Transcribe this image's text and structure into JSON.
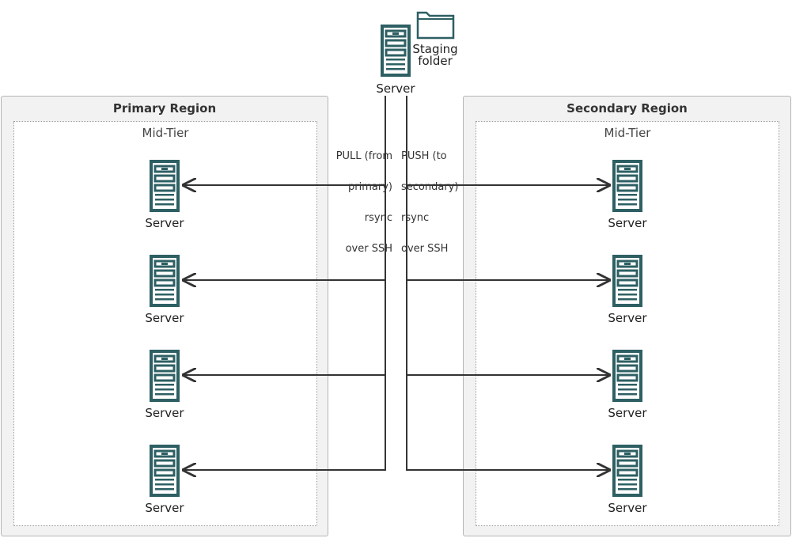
{
  "top": {
    "server_label": "Server",
    "folder_label_line1": "Staging",
    "folder_label_line2": "folder"
  },
  "primary": {
    "title": "Primary Region",
    "midtier_title": "Mid-Tier",
    "servers": [
      "Server",
      "Server",
      "Server",
      "Server"
    ]
  },
  "secondary": {
    "title": "Secondary Region",
    "midtier_title": "Mid-Tier",
    "servers": [
      "Server",
      "Server",
      "Server",
      "Server"
    ]
  },
  "flows": {
    "pull": [
      "PULL (from",
      "primary)",
      "rsync",
      "over SSH"
    ],
    "push": [
      "PUSH (to",
      "secondary)",
      "rsync",
      "over SSH"
    ]
  },
  "colors": {
    "server_icon": "#2d5f63",
    "line": "#333333",
    "region_bg": "#f2f2f2"
  }
}
